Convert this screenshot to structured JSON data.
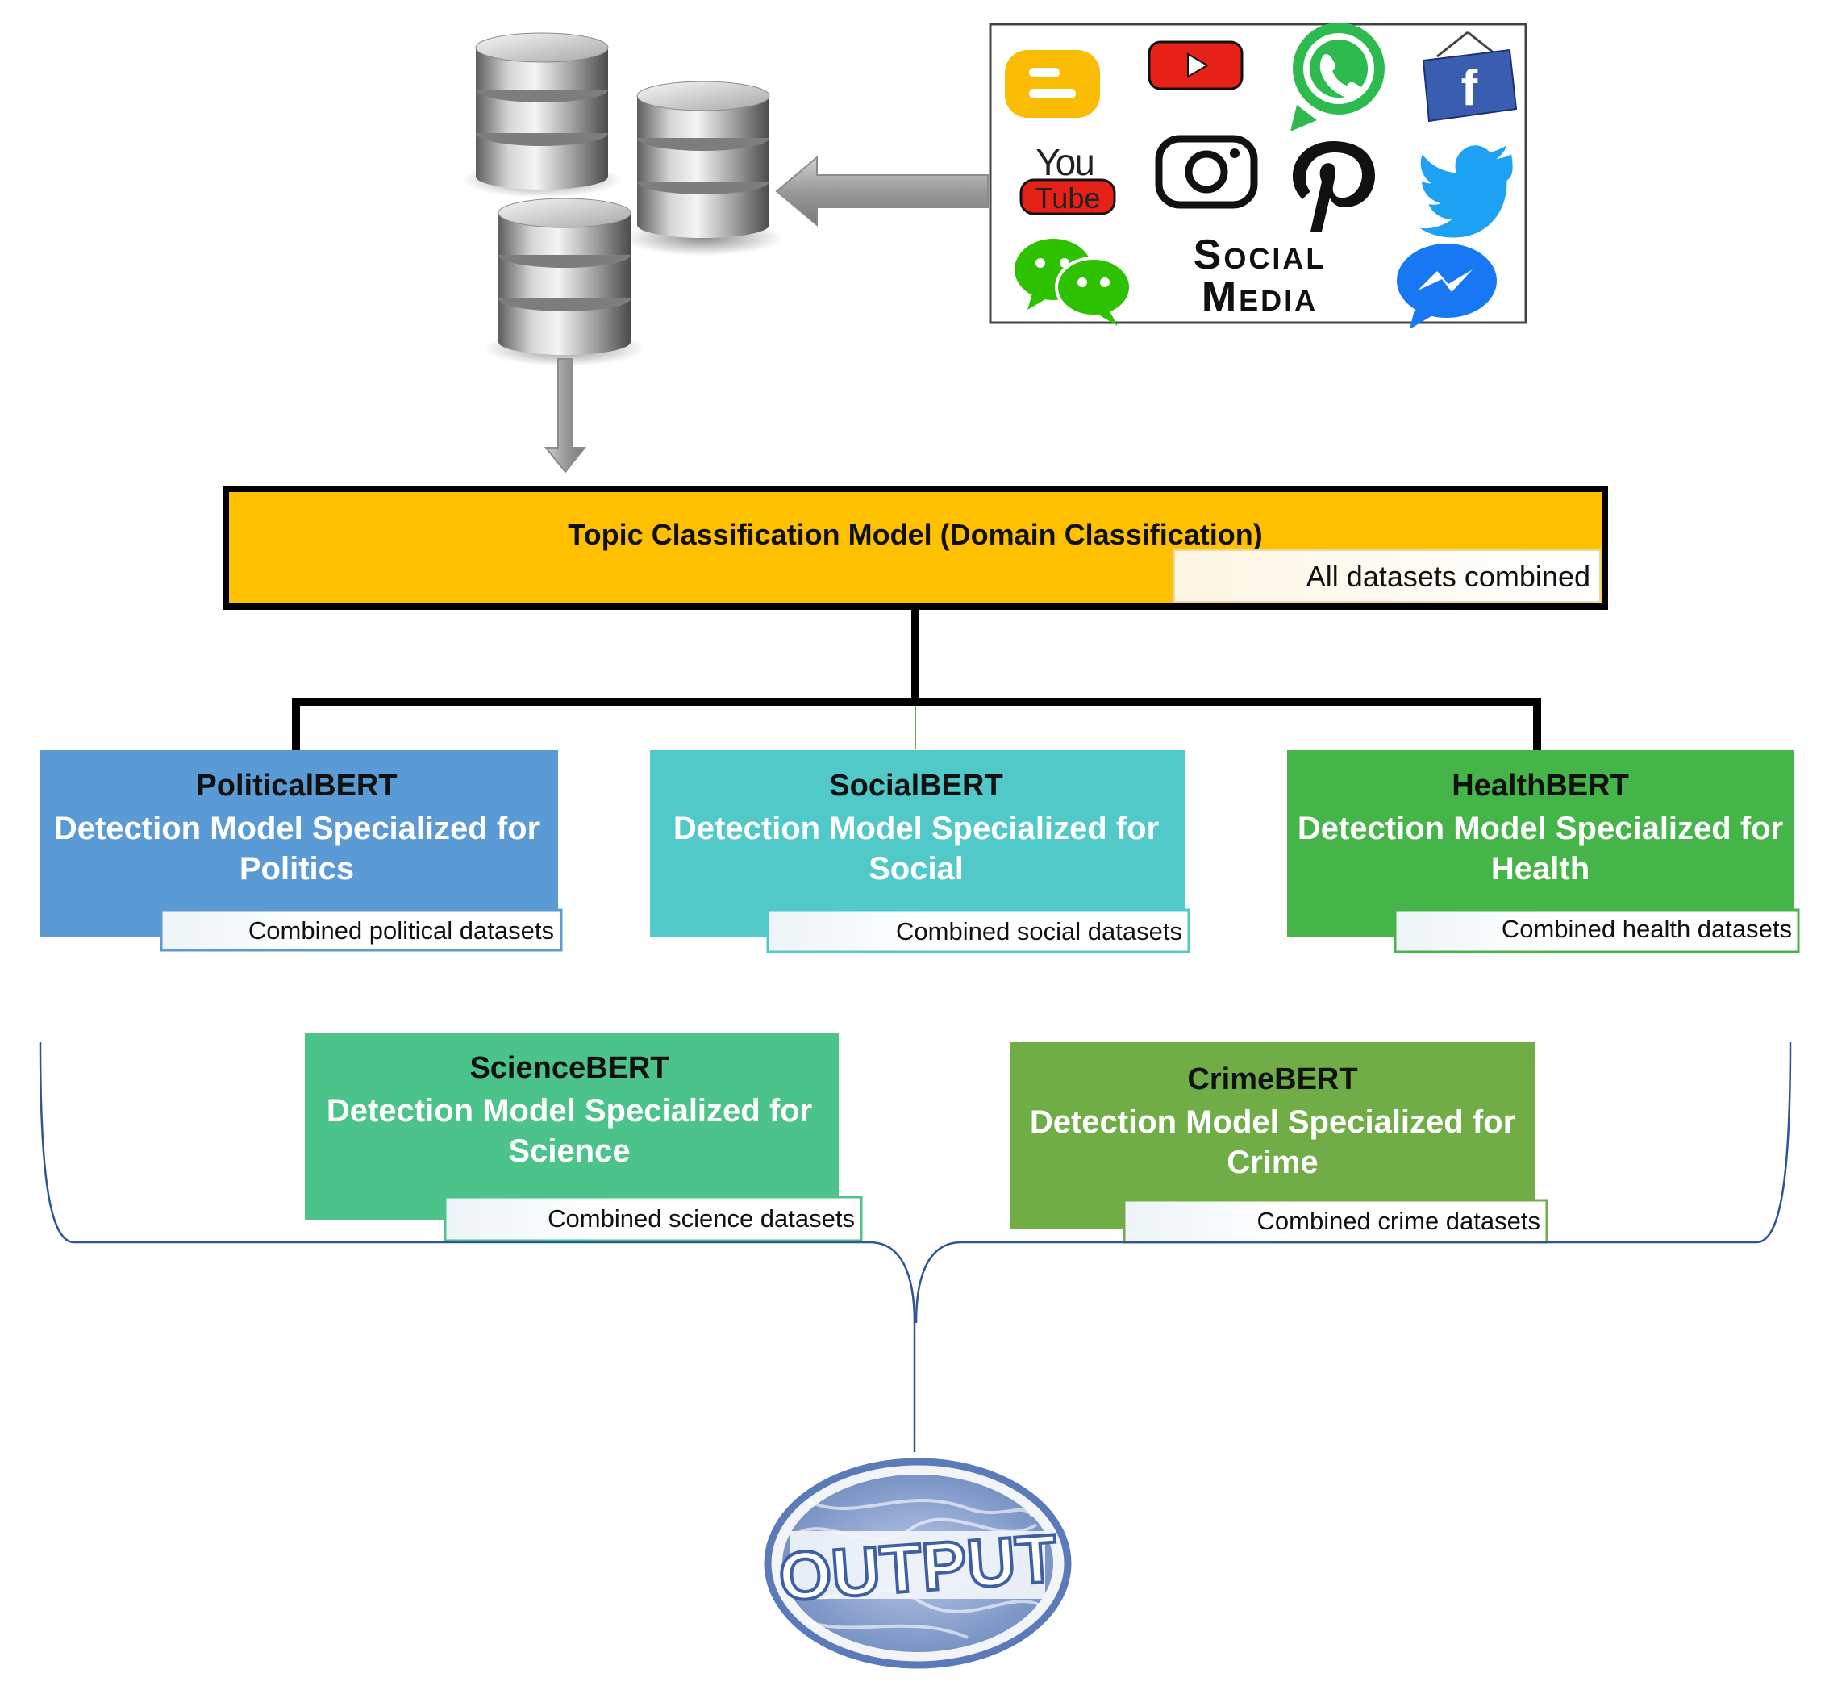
{
  "source": {
    "social_media_label_line1": "Social",
    "social_media_label_line2": "Media",
    "icons": [
      {
        "name": "blogger-icon",
        "text": "B"
      },
      {
        "name": "youtube-play-icon",
        "text": ""
      },
      {
        "name": "whatsapp-icon",
        "text": ""
      },
      {
        "name": "facebook-icon",
        "text": "f"
      },
      {
        "name": "youtube-logo-icon",
        "text_top": "You",
        "text_bottom": "Tube"
      },
      {
        "name": "instagram-icon",
        "text": ""
      },
      {
        "name": "pinterest-icon",
        "text": "P"
      },
      {
        "name": "twitter-icon",
        "text": ""
      },
      {
        "name": "wechat-icon",
        "text": ""
      },
      {
        "name": "messenger-icon",
        "text": ""
      }
    ]
  },
  "topic_model": {
    "title": "Topic Classification Model (Domain Classification)",
    "dataset": "All datasets combined"
  },
  "models": [
    {
      "name": "PoliticalBERT",
      "line1": "Detection Model Specialized for",
      "line2": "Politics",
      "dataset": "Combined political datasets"
    },
    {
      "name": "SocialBERT",
      "line1": "Detection Model Specialized for",
      "line2": "Social",
      "dataset": "Combined social datasets"
    },
    {
      "name": "HealthBERT",
      "line1": "Detection Model Specialized for",
      "line2": "Health",
      "dataset": "Combined health datasets"
    },
    {
      "name": "ScienceBERT",
      "line1": "Detection Model Specialized for",
      "line2": "Science",
      "dataset": "Combined science datasets"
    },
    {
      "name": "CrimeBERT",
      "line1": "Detection Model Specialized for",
      "line2": "Crime",
      "dataset": "Combined crime datasets"
    }
  ],
  "output": {
    "stamp_text": "OUTPUT"
  },
  "colors": {
    "topic_fill": "#FFC000",
    "political": "#5B9BD5",
    "social": "#52C9C9",
    "health": "#46B549",
    "science": "#4CC38A",
    "crime": "#70AD47",
    "stamp": "#4A6EB0",
    "brace": "#2F5597"
  }
}
